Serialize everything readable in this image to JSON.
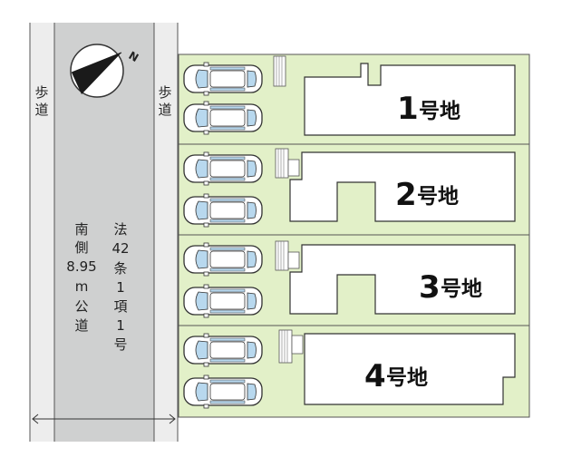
{
  "road": {
    "sidewalk_left_label": [
      "歩",
      "道"
    ],
    "sidewalk_right_label": [
      "歩",
      "道"
    ],
    "road_name_chars": [
      "南",
      "側",
      "8.95",
      "m",
      "公",
      "道"
    ],
    "legal_note_chars": [
      "法",
      "42",
      "条",
      "1",
      "項",
      "1",
      "号"
    ]
  },
  "compass": {
    "north_label": "N"
  },
  "lots": [
    {
      "number": "1",
      "suffix": "号地"
    },
    {
      "number": "2",
      "suffix": "号地"
    },
    {
      "number": "3",
      "suffix": "号地"
    },
    {
      "number": "4",
      "suffix": "号地"
    }
  ],
  "colors": {
    "road": "#cfd0d0",
    "sidewalk": "#ededed",
    "lot_green": "#e2f0c8",
    "house": "#ffffff",
    "car_window": "#b8d8ee",
    "outline": "#333333"
  }
}
